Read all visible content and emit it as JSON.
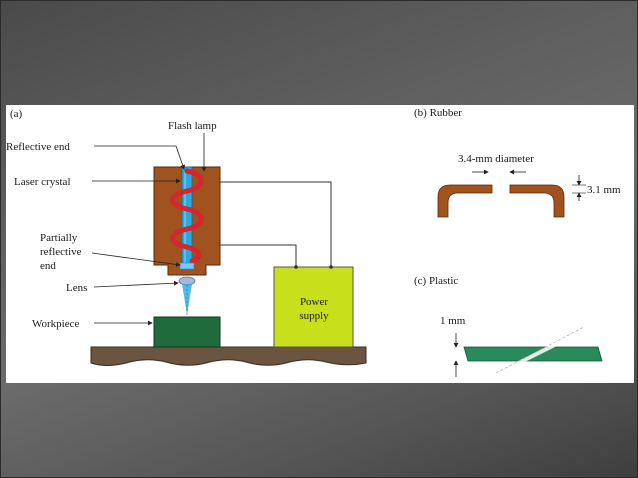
{
  "panel_a": {
    "label": "(a)",
    "flash_lamp": "Flash  lamp",
    "reflective_end": "Reflective  end",
    "laser_crystal": "Laser  crystal",
    "partially_line1": "Partially",
    "partially_line2": "reflective",
    "partially_line3": "end",
    "lens": "Lens",
    "workpiece": "Workpiece",
    "power_line1": "Power",
    "power_line2": "supply"
  },
  "panel_b": {
    "label": "(b) Rubber",
    "diameter": "3.4-mm  diameter",
    "thickness": "3.1  mm"
  },
  "panel_c": {
    "label": "(c)  Plastic",
    "thickness": "1  mm"
  },
  "colors": {
    "housing": "#a0521f",
    "crystal": "#2ba8e0",
    "lamp_coil": "#d6252c",
    "workpiece": "#1f6b3c",
    "power_supply": "#c8e01c",
    "base": "#6b5440",
    "plastic": "#2a8a5c"
  }
}
